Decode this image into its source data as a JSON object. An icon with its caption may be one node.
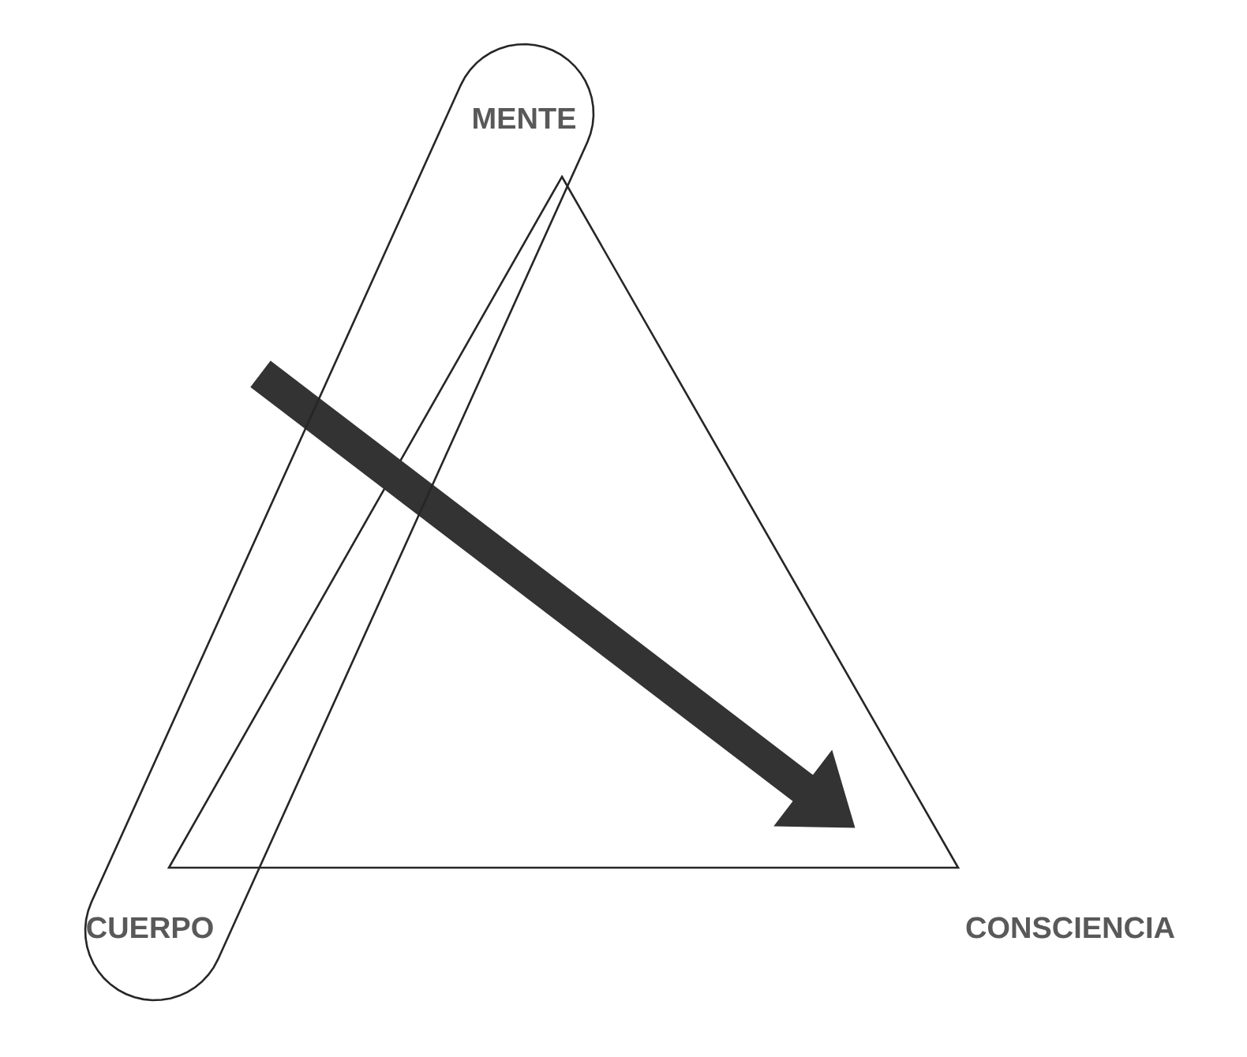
{
  "diagram": {
    "nodes": [
      {
        "text": [
          "MENTE",
          "CUERPO"
        ]
      }
    ],
    "labels": [
      "CONSCIENCIA"
    ]
  }
}
